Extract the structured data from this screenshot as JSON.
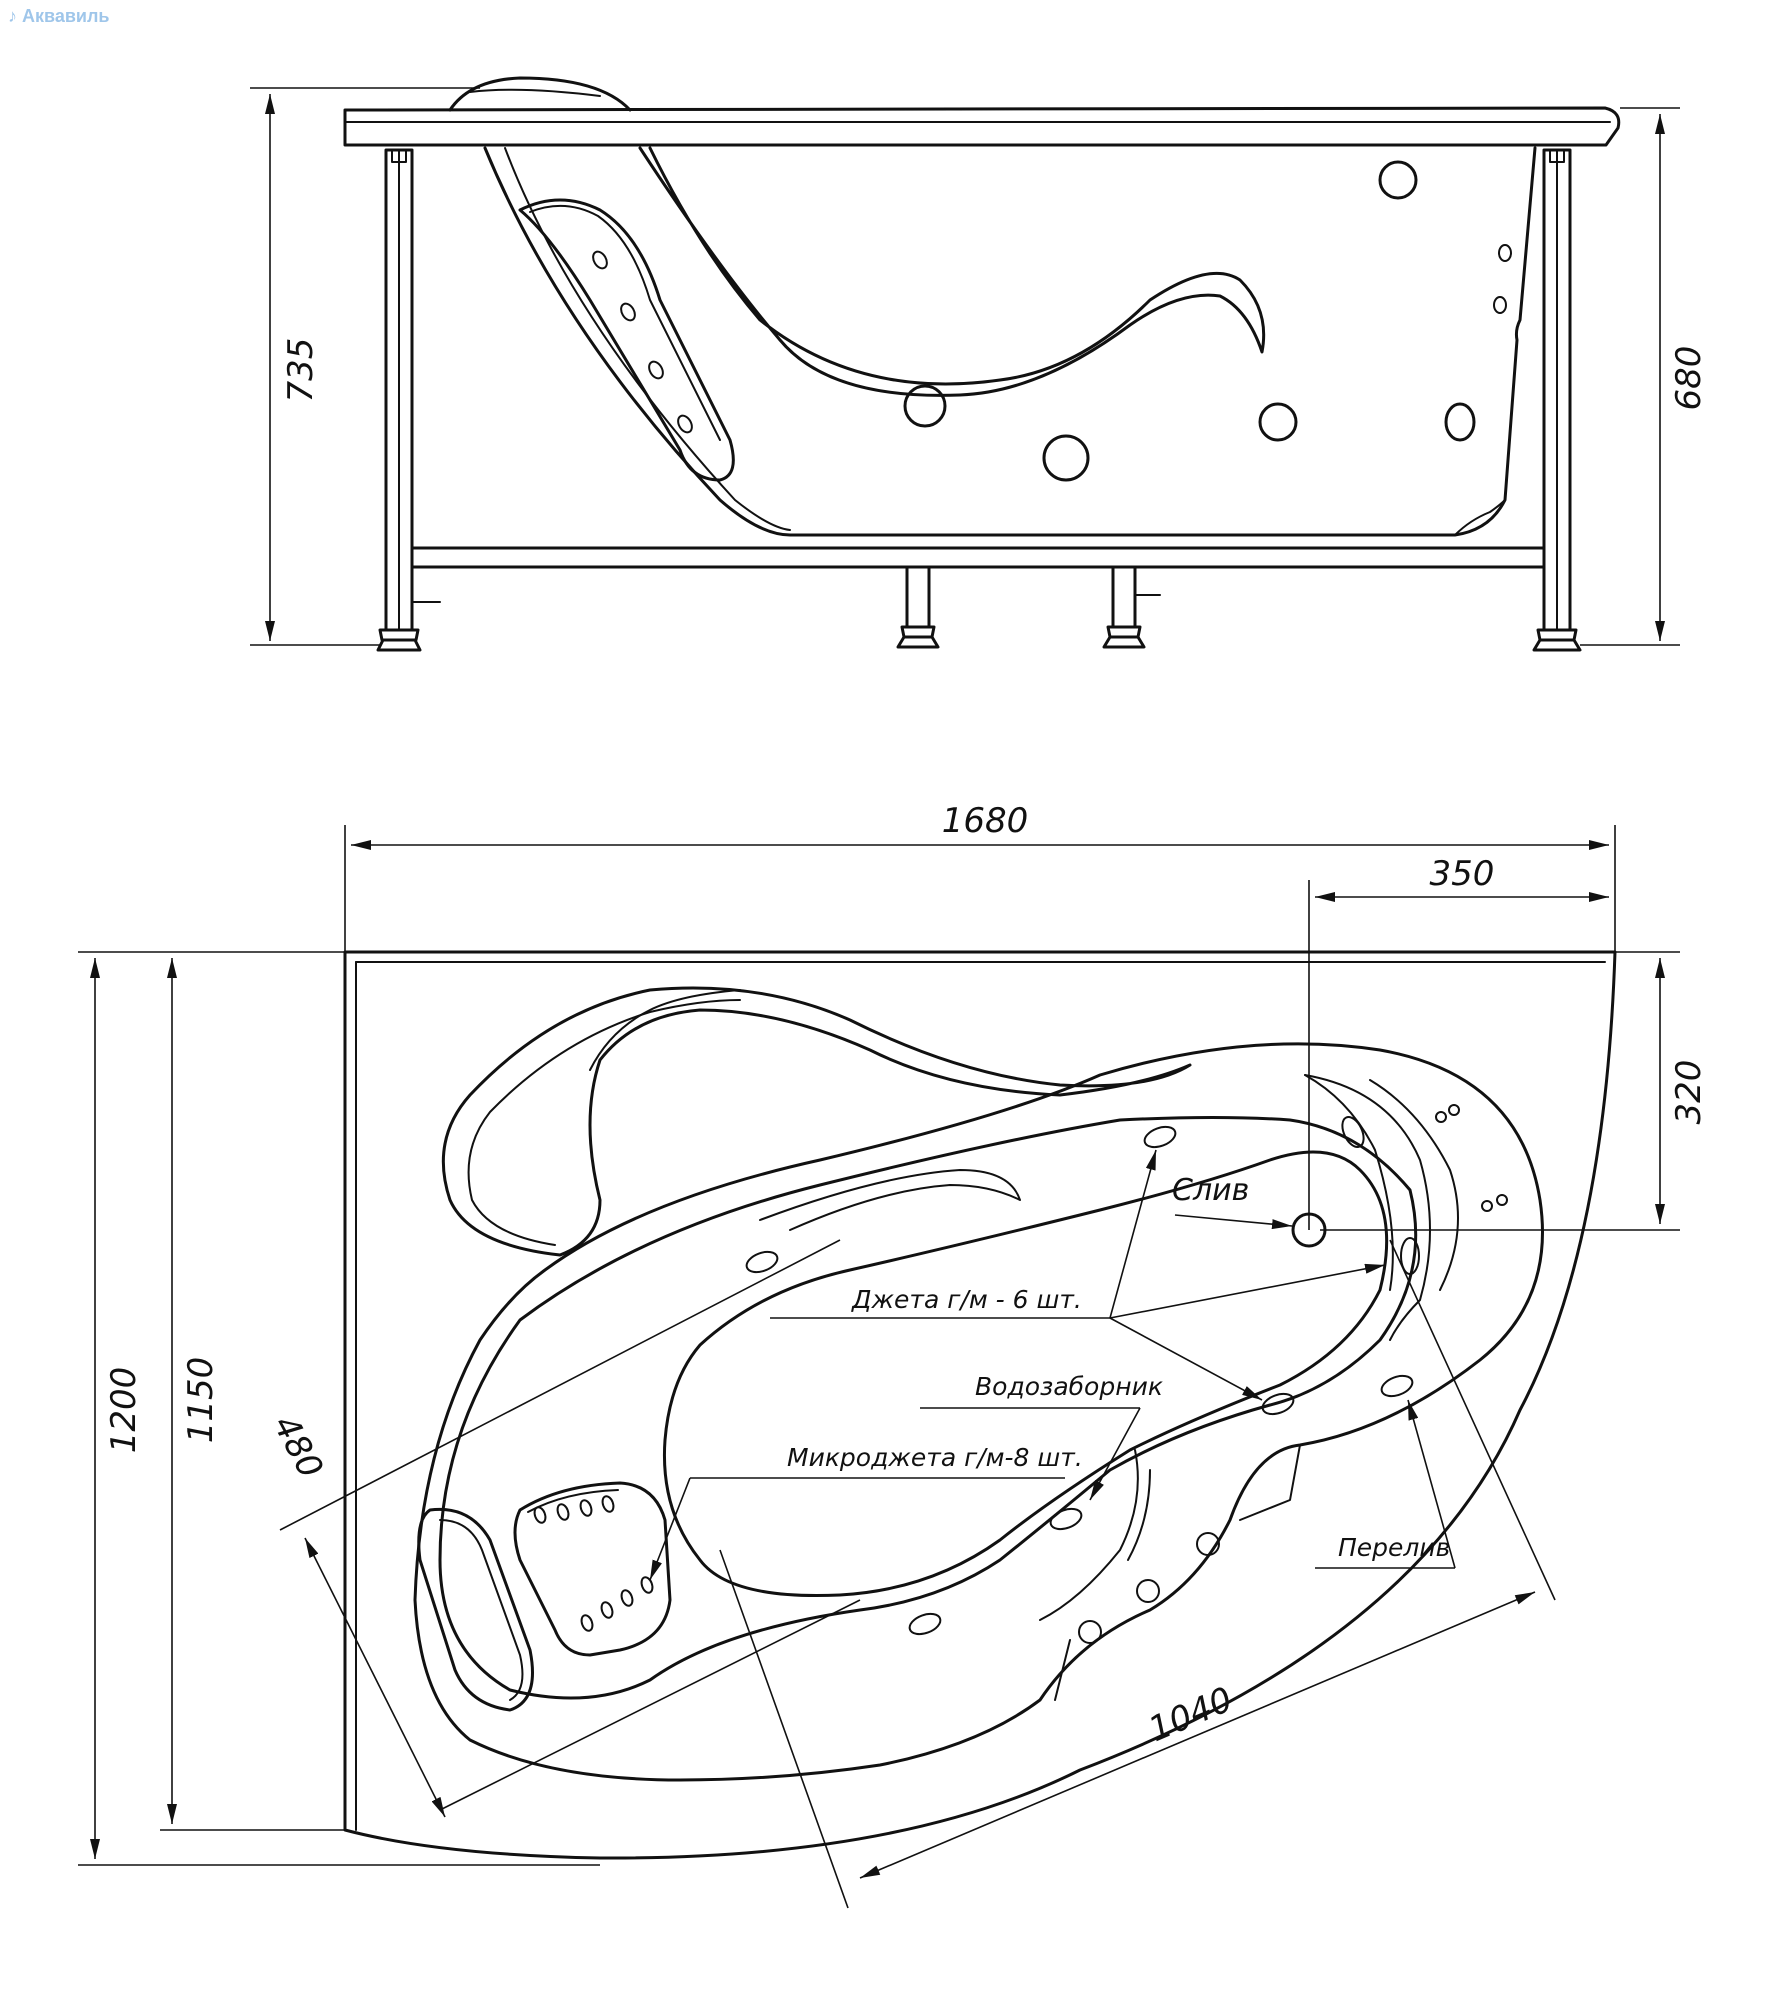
{
  "brand": {
    "logo_text": "Аквавиль",
    "accent": "#9fc6ea"
  },
  "side_view": {
    "dimensions": {
      "height_total": "735",
      "height_body": "680"
    }
  },
  "top_view": {
    "dimensions": {
      "length": "1680",
      "drain_offset": "350",
      "drain_depth": "320",
      "width_total": "1200",
      "width_inner": "1150",
      "corner_offset": "480",
      "diagonal": "1040"
    },
    "labels": {
      "drain": "Слив",
      "jets": "Джета г/м - 6 шт.",
      "intake": "Водозаборник",
      "micro_jets": "Микроджета г/м-8 шт.",
      "overflow": "Перелив"
    }
  }
}
